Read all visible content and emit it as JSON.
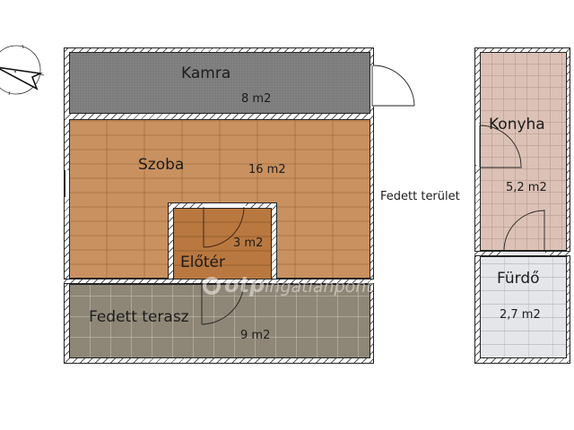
{
  "floorplan": {
    "compass": {
      "icon": "north-arrow-compass-icon"
    },
    "rooms": [
      {
        "name": "Kamra",
        "area": "8 m2",
        "floor": "gray-concrete",
        "color": "#7c7c7c"
      },
      {
        "name": "Szoba",
        "area": "16 m2",
        "floor": "wood",
        "color": "#c68a55"
      },
      {
        "name": "Előtér",
        "area": "3 m2",
        "floor": "dark-wood",
        "color": "#b9783f"
      },
      {
        "name": "Fedett terasz",
        "area": "9 m2",
        "floor": "gray-tile",
        "color": "#8e8676"
      },
      {
        "name": "Konyha",
        "area": "5,2 m2",
        "floor": "pink-tile",
        "color": "#dcc2b6"
      },
      {
        "name": "Fürdő",
        "area": "2,7 m2",
        "floor": "light-tile",
        "color": "#e4e6e9"
      }
    ],
    "outdoor_label": "Fedett terület",
    "watermark": {
      "brand": "otp",
      "text": "ingatlanpont"
    }
  }
}
